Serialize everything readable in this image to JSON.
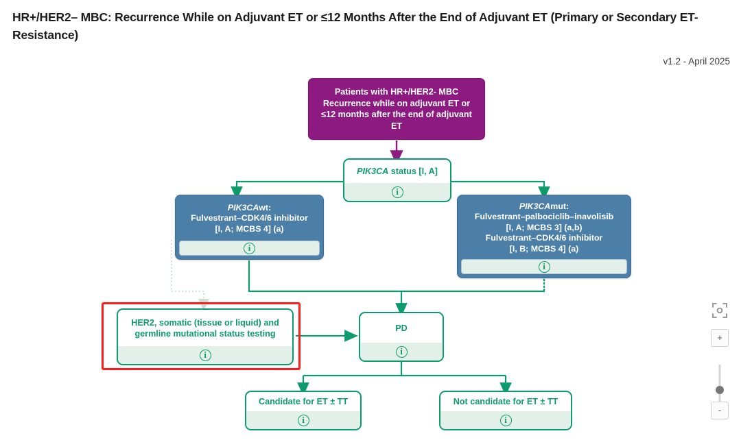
{
  "header": {
    "title": "HR+/HER2– MBC: Recurrence While on Adjuvant ET or ≤12 Months After the End of Adjuvant ET (Primary or Secondary ET-Resistance)",
    "version": "v1.2 - April 2025"
  },
  "colors": {
    "purple": "#8C1A80",
    "blue": "#4C7FA7",
    "green": "#0E9B6C",
    "infobar": "#E3F0E9",
    "highlight": "#FF1B1B",
    "background": "#FFFFFF"
  },
  "nodes": {
    "start": {
      "id": "patients-hr-her2-mbc",
      "type": "purple",
      "text": "Patients with HR+/HER2- MBC Recurrence while on adjuvant ET or ≤12 months after the end of adjuvant ET",
      "info": "i"
    },
    "pik3ca_status": {
      "id": "pik3ca-status",
      "type": "green",
      "gene": "PIK3CA",
      "rest": " status [I, A]",
      "text": "PIK3CA status [I, A]",
      "info": "i"
    },
    "pik3ca_wt": {
      "id": "pik3ca-wt-treatment",
      "type": "blue",
      "lines": [
        "PIK3CAwt:",
        "Fulvestrant–CDK4/6 inhibitor",
        "[I, A; MCBS 4] (a)"
      ],
      "gene": "PIK3CA",
      "gene_suffix": "wt:",
      "info": "i"
    },
    "pik3ca_mut": {
      "id": "pik3ca-mut-treatment",
      "type": "blue",
      "lines": [
        "PIK3CAmut:",
        "Fulvestrant–palbociclib–inavolisib",
        "[I, A; MCBS 3] (a,b)",
        "Fulvestrant–CDK4/6 inhibitor",
        "[I, B; MCBS 4] (a)"
      ],
      "gene": "PIK3CA",
      "gene_suffix": "mut:",
      "info": "i"
    },
    "her2_testing": {
      "id": "her2-mutational-status-testing",
      "type": "green",
      "text": "HER2, somatic (tissue or liquid) and germline mutational status testing",
      "info": "i",
      "highlighted": true
    },
    "pd": {
      "id": "progressive-disease",
      "type": "green",
      "text": "PD",
      "info": "i"
    },
    "candidate": {
      "id": "candidate-for-et-tt",
      "type": "green",
      "text": "Candidate for ET ± TT",
      "info": "i"
    },
    "not_candidate": {
      "id": "not-candidate-for-et-tt",
      "type": "green",
      "text": "Not candidate for ET ± TT",
      "info": "i"
    }
  },
  "controls": {
    "fit_label": "fit-to-screen",
    "zoom_in_label": "+",
    "zoom_out_label": "-"
  }
}
